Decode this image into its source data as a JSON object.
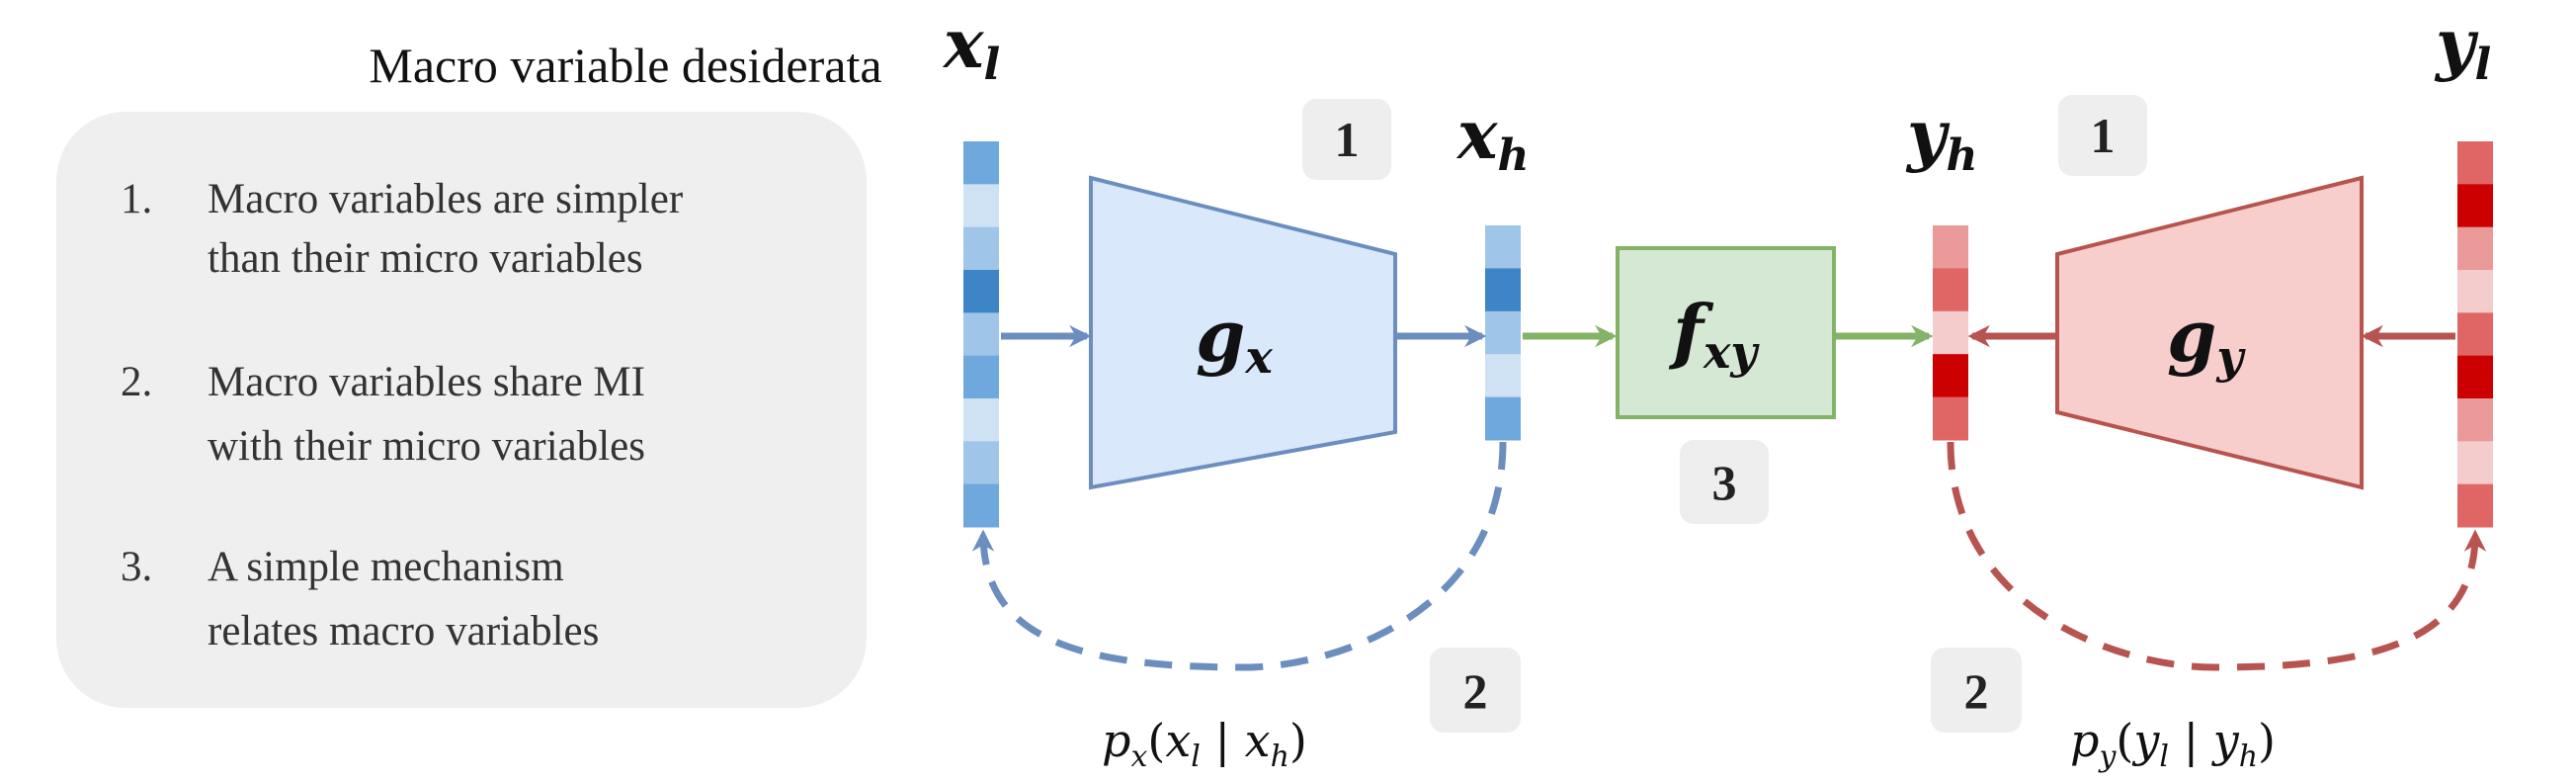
{
  "desiderata": {
    "title": "Macro variable desiderata",
    "items": [
      {
        "number": "1.",
        "line1": "Macro variables are simpler",
        "line2": "than their micro variables"
      },
      {
        "number": "2.",
        "line1": "Macro variables share MI",
        "line2": "with their micro variables"
      },
      {
        "number": "3.",
        "line1": "A simple mechanism",
        "line2": "relates macro variables"
      }
    ]
  },
  "labels": {
    "x_l": {
      "base": "x",
      "sub": "l"
    },
    "x_h": {
      "base": "x",
      "sub": "h"
    },
    "y_h": {
      "base": "y",
      "sub": "h"
    },
    "y_l": {
      "base": "y",
      "sub": "l"
    },
    "g_x": {
      "base": "g",
      "sub": "x"
    },
    "g_y": {
      "base": "g",
      "sub": "y"
    },
    "f_xy": {
      "base": "f",
      "sub": "xy"
    }
  },
  "badges": {
    "enc_x": "1",
    "enc_y": "1",
    "mech": "3",
    "dec_x": "2",
    "dec_y": "2"
  },
  "formulas": {
    "p_x": {
      "p": "p",
      "psub": "x",
      "open": "(",
      "a": "x",
      "asub": "l",
      "bar": " | ",
      "b": "x",
      "bsub": "h",
      "close": ")"
    },
    "p_y": {
      "p": "p",
      "psub": "y",
      "open": "(",
      "a": "y",
      "asub": "l",
      "bar": " | ",
      "b": "y",
      "bsub": "h",
      "close": ")"
    }
  },
  "colors": {
    "blue_stroke": "#6c8ebf",
    "blue_fill": "#dae8fc",
    "red_stroke": "#b85450",
    "red_fill": "#f8cecc",
    "green_stroke": "#82b366",
    "green_fill": "#d5e8d4",
    "panel_fill": "#efefef",
    "badge_fill": "#eeeeee"
  },
  "vectors": {
    "x_l_cells": [
      "#6fa8dc",
      "#cfe2f3",
      "#9fc5e8",
      "#3d85c6",
      "#9fc5e8",
      "#6fa8dc",
      "#cfe2f3",
      "#9fc5e8",
      "#6fa8dc"
    ],
    "x_h_cells": [
      "#9fc5e8",
      "#3d85c6",
      "#9fc5e8",
      "#cfe2f3",
      "#6fa8dc"
    ],
    "y_h_cells": [
      "#ea9999",
      "#e06666",
      "#f4cccc",
      "#cc0000",
      "#e06666"
    ],
    "y_l_cells": [
      "#e06666",
      "#cc0000",
      "#ea9999",
      "#f4cccc",
      "#e06666",
      "#cc0000",
      "#ea9999",
      "#f4cccc",
      "#e06666"
    ]
  }
}
